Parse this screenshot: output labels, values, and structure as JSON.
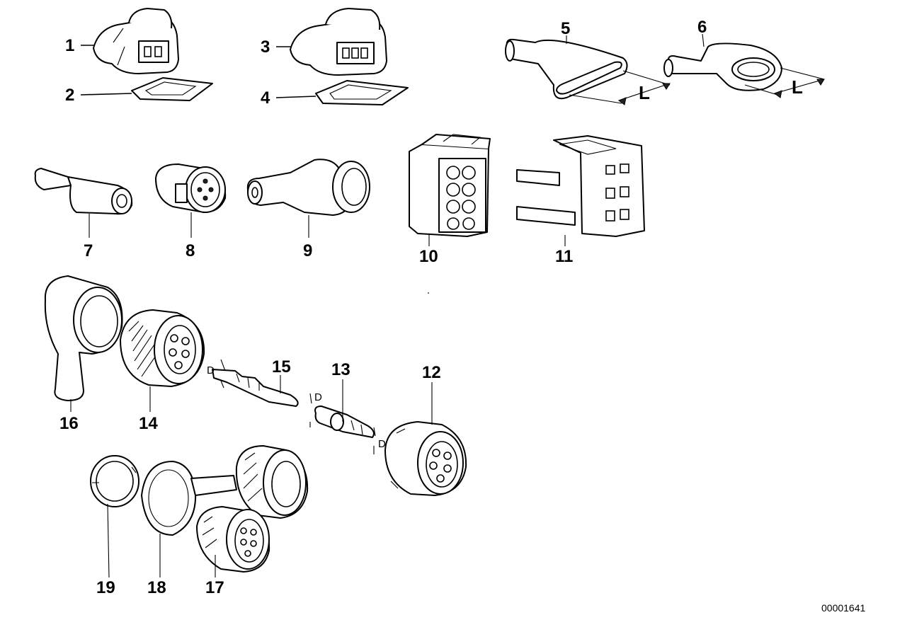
{
  "diagram": {
    "drawing_number": "00001641",
    "dimension_labels": {
      "length": "L",
      "diameter": "D"
    },
    "callouts": [
      {
        "id": "1",
        "label": "1"
      },
      {
        "id": "2",
        "label": "2"
      },
      {
        "id": "3",
        "label": "3"
      },
      {
        "id": "4",
        "label": "4"
      },
      {
        "id": "5",
        "label": "5"
      },
      {
        "id": "6",
        "label": "6"
      },
      {
        "id": "7",
        "label": "7"
      },
      {
        "id": "8",
        "label": "8"
      },
      {
        "id": "9",
        "label": "9"
      },
      {
        "id": "10",
        "label": "10"
      },
      {
        "id": "11",
        "label": "11"
      },
      {
        "id": "12",
        "label": "12"
      },
      {
        "id": "13",
        "label": "13"
      },
      {
        "id": "14",
        "label": "14"
      },
      {
        "id": "15",
        "label": "15"
      },
      {
        "id": "16",
        "label": "16"
      },
      {
        "id": "17",
        "label": "17"
      },
      {
        "id": "18",
        "label": "18"
      },
      {
        "id": "19",
        "label": "19"
      }
    ]
  }
}
